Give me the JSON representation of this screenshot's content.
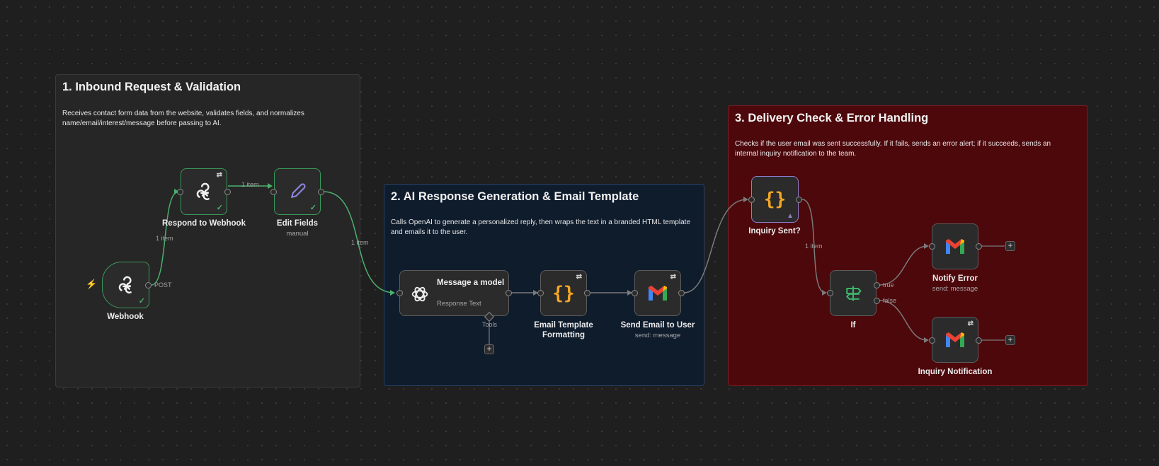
{
  "stickies": {
    "s1": {
      "title": "1. Inbound Request & Validation",
      "text": "Receives contact form data from the website, validates fields, and normalizes name/email/interest/message before passing to AI."
    },
    "s2": {
      "title": "2. AI Response Generation & Email Template",
      "text": "Calls OpenAI to generate a personalized reply, then wraps the text in a branded HTML template and emails it to the user."
    },
    "s3": {
      "title": "3. Delivery Check & Error Handling",
      "text": "Checks if the user email was sent successfully. If it fails, sends an error alert; if it succeeds, sends an internal inquiry notification to the team."
    }
  },
  "nodes": {
    "webhook": {
      "label": "Webhook",
      "port_label": "POST"
    },
    "respond": {
      "label": "Respond to Webhook"
    },
    "edit": {
      "label": "Edit Fields",
      "sub": "manual"
    },
    "model": {
      "label": "Message a model",
      "sub": "Response Text",
      "tools_label": "Tools"
    },
    "template": {
      "label": "Email Template Formatting"
    },
    "send": {
      "label": "Send Email to User",
      "sub": "send: message"
    },
    "inquiry_sent": {
      "label": "Inquiry Sent?"
    },
    "if": {
      "label": "If",
      "true_label": "true",
      "false_label": "false"
    },
    "notify_error": {
      "label": "Notify Error",
      "sub": "send: message"
    },
    "inquiry_notification": {
      "label": "Inquiry Notification"
    }
  },
  "edges": {
    "e1": "1 item",
    "e2": "1 item",
    "e3": "1 item",
    "e4": "1 item"
  },
  "icons": {
    "webhook": "webhook-icon",
    "respond": "webhook-icon",
    "edit": "pencil-icon",
    "model": "openai-icon",
    "template": "braces-icon",
    "send": "gmail-icon",
    "inquiry_sent": "braces-icon",
    "if": "signpost-icon",
    "notify_error": "gmail-icon",
    "inquiry_notification": "gmail-icon"
  },
  "colors": {
    "canvas": "#1f1f1f",
    "success": "#4caf6d",
    "braces": "#f5a623",
    "sticky_blue": "#0f1c2c",
    "sticky_red": "#4d080c",
    "trigger_bolt": "#e04848"
  }
}
